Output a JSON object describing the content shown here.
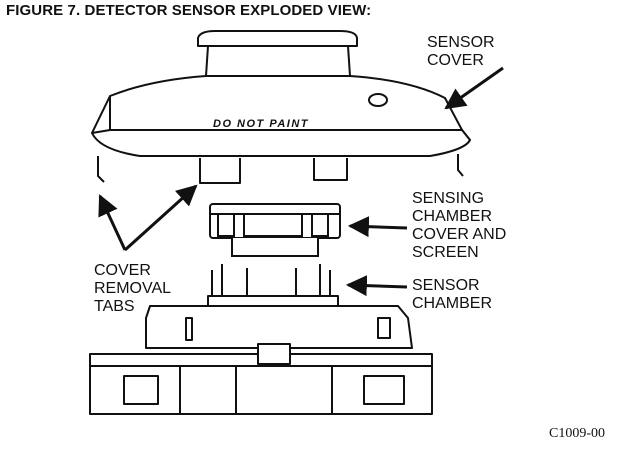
{
  "figure": {
    "title": "FIGURE 7. DETECTOR SENSOR EXPLODED VIEW:",
    "code": "C1009-00"
  },
  "parts": {
    "sensor_cover": [
      "SENSOR",
      "COVER"
    ],
    "cover_label": "DO NOT PAINT",
    "sensing_chamber_cover": [
      "SENSING",
      "CHAMBER",
      "COVER AND",
      "SCREEN"
    ],
    "cover_removal_tabs": [
      "COVER",
      "REMOVAL",
      "TABS"
    ],
    "sensor_chamber": [
      "SENSOR",
      "CHAMBER"
    ]
  },
  "colors": {
    "ink": "#111111",
    "paper": "#ffffff"
  }
}
